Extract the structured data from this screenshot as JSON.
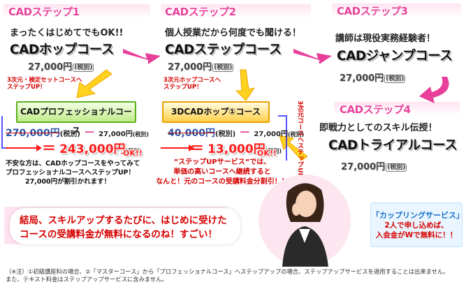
{
  "steps": [
    {
      "title": "CADステップ1",
      "tagline": "まったくはじめてでもOK!!",
      "course": "CADホップコース",
      "price": "27,000円",
      "tax": "(税別)"
    },
    {
      "title": "CADステップ2",
      "tagline": "個人授業だから何度でも聞ける！",
      "course": "CADステップコース",
      "price": "27,000円",
      "tax": "(税別)"
    },
    {
      "title": "CADステップ3",
      "tagline": "講師は現役実務経験者！",
      "course": "CADジャンプコース",
      "price": "27,000円",
      "tax": "(税別)"
    },
    {
      "title": "CADステップ4",
      "tagline": "即戦力としてのスキル伝授！",
      "course": "CADトライアルコース",
      "price": "27,000円",
      "tax": "(税別)"
    }
  ],
  "upgrade_notes": {
    "step1": [
      "3次元・検定セットコースへ",
      "ステップUP！"
    ],
    "step2": [
      "3次元ホップコースへ",
      "ステップUP！"
    ],
    "vertical": [
      "3次元コースへ",
      "ステップUP！"
    ]
  },
  "pro_box": {
    "title": "CADプロフェッショナルコース",
    "old_price": "270,000円",
    "tax": "(税別)",
    "minus": "－",
    "discount": "27,000円",
    "discount_tax": "(税別)",
    "equals": "＝",
    "total": "243,000円",
    "total_tax": "(税別)",
    "ok": "OK!!",
    "explain": [
      "不安な方は、CADホップコースをやってみて",
      "プロフェッショナルコースへステップUP！",
      "27,000円が割引かれます！"
    ]
  },
  "hop3d_box": {
    "title": "3DCADホップ①コース",
    "old_price": "40,000円",
    "tax": "(税別)",
    "minus": "－",
    "discount": "27,000円",
    "discount_tax": "(税別)",
    "equals": "＝",
    "total": "13,000円",
    "total_tax": "(税別)",
    "ok": "OK!!",
    "explain": [
      "”ステップUPサービス”では、",
      "単価の高いコースへ継続すると",
      "なんと！元のコースの受講料金分割引！！"
    ]
  },
  "conclusion": [
    "結局、スキルアップするたびに、はじめに受けた",
    "コースの受講料金が無料になるのね！すごい！"
  ],
  "coupling": {
    "title": "「カップリングサービス」",
    "lines": [
      "2人で申し込めば、",
      "入会金がWで無料に！！"
    ]
  },
  "footnote": [
    "（※注）①初級講座料の場合、②「マスターコース」から「プロフェッショナルコース」へステップアップの場合、ステップアップサービスを適用することは出来ません。",
    "また、テキスト料金はステップアップサービスに含みません。"
  ],
  "colors": {
    "pink_step": "#e8409a",
    "arrow_pink": "#e8409a",
    "arrow_yellow": "#ffd21f",
    "red_text": "#d60000",
    "blue_border": "#1a1aff",
    "green_border": "#5ab21b",
    "orange_border": "#e9a000"
  }
}
